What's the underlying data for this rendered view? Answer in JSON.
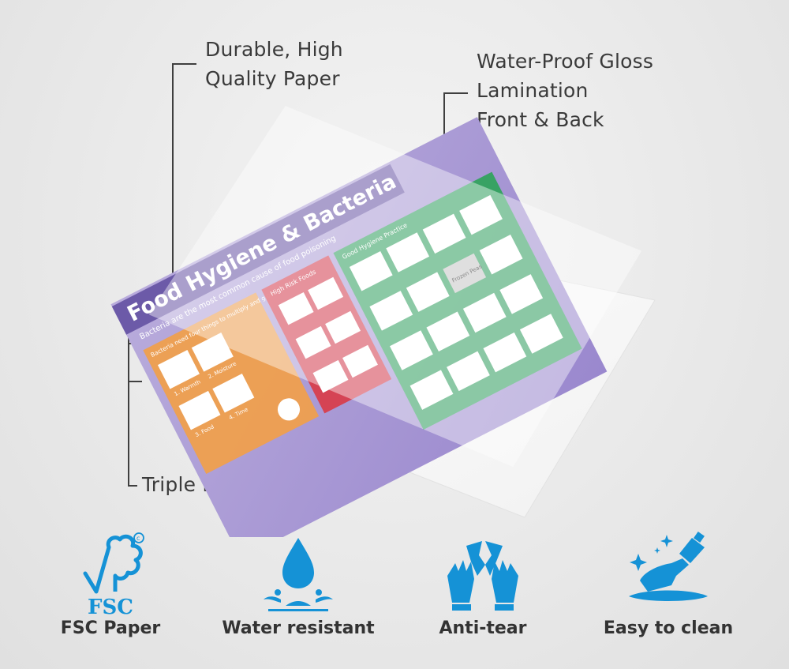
{
  "callouts": {
    "paper": [
      "Durable, High",
      "Quality Paper"
    ],
    "lamination": [
      "Water-Proof Gloss",
      "Lamination",
      "Front & Back"
    ],
    "triple": "Triple Layer Quality"
  },
  "poster": {
    "title": "Food Hygiene & Bacteria",
    "subtitle": "Bacteria are the most common cause of food poisoning",
    "section_1": "Bacteria need four things to multiply and grow",
    "section_2": "High Risk Foods",
    "section_3": "Good Hygiene Practice",
    "items": [
      "1. Warmth",
      "2. Moisture",
      "3. Food",
      "4. Time"
    ],
    "image_label": "Frozen Peas"
  },
  "features": [
    {
      "icon": "fsc-tree-icon",
      "label": "FSC Paper",
      "icon_text": "FSC"
    },
    {
      "icon": "water-drop-icon",
      "label": "Water resistant"
    },
    {
      "icon": "torn-paper-hands-icon",
      "label": "Anti-tear"
    },
    {
      "icon": "wipe-clean-icon",
      "label": "Easy to clean"
    }
  ],
  "colors": {
    "icon_blue": "#1592d6",
    "poster_purple": "#8c79c4",
    "poster_orange": "#f1a04a",
    "poster_red": "#d83c4a",
    "poster_green": "#2fa35b"
  }
}
